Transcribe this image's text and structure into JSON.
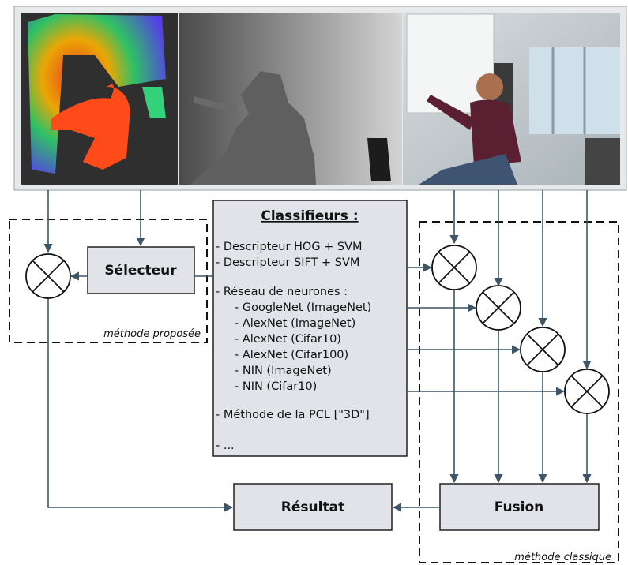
{
  "classifiers": {
    "title": "Classifieurs :",
    "items": [
      "- Descripteur HOG + SVM",
      "- Descripteur SIFT + SVM",
      "- Réseau de neurones :",
      "- GoogleNet (ImageNet)",
      "- AlexNet (ImageNet)",
      "- AlexNet (Cifar10)",
      "- AlexNet (Cifar100)",
      "- NIN (ImageNet)",
      "- NIN (Cifar10)",
      "- Méthode de la PCL [\"3D\"]",
      "- ..."
    ]
  },
  "selector": {
    "label": "Sélecteur"
  },
  "result": {
    "label": "Résultat"
  },
  "fusion": {
    "label": "Fusion"
  },
  "groups": {
    "proposed": "méthode proposée",
    "classic": "méthode classique"
  },
  "colors": {
    "box_fill": "#e1e3e8",
    "arrow": "#3d5566",
    "border": "#222222"
  },
  "icons": [
    "point-cloud-image",
    "depth-map-image",
    "rgb-photo-image",
    "multiplier-icon"
  ]
}
